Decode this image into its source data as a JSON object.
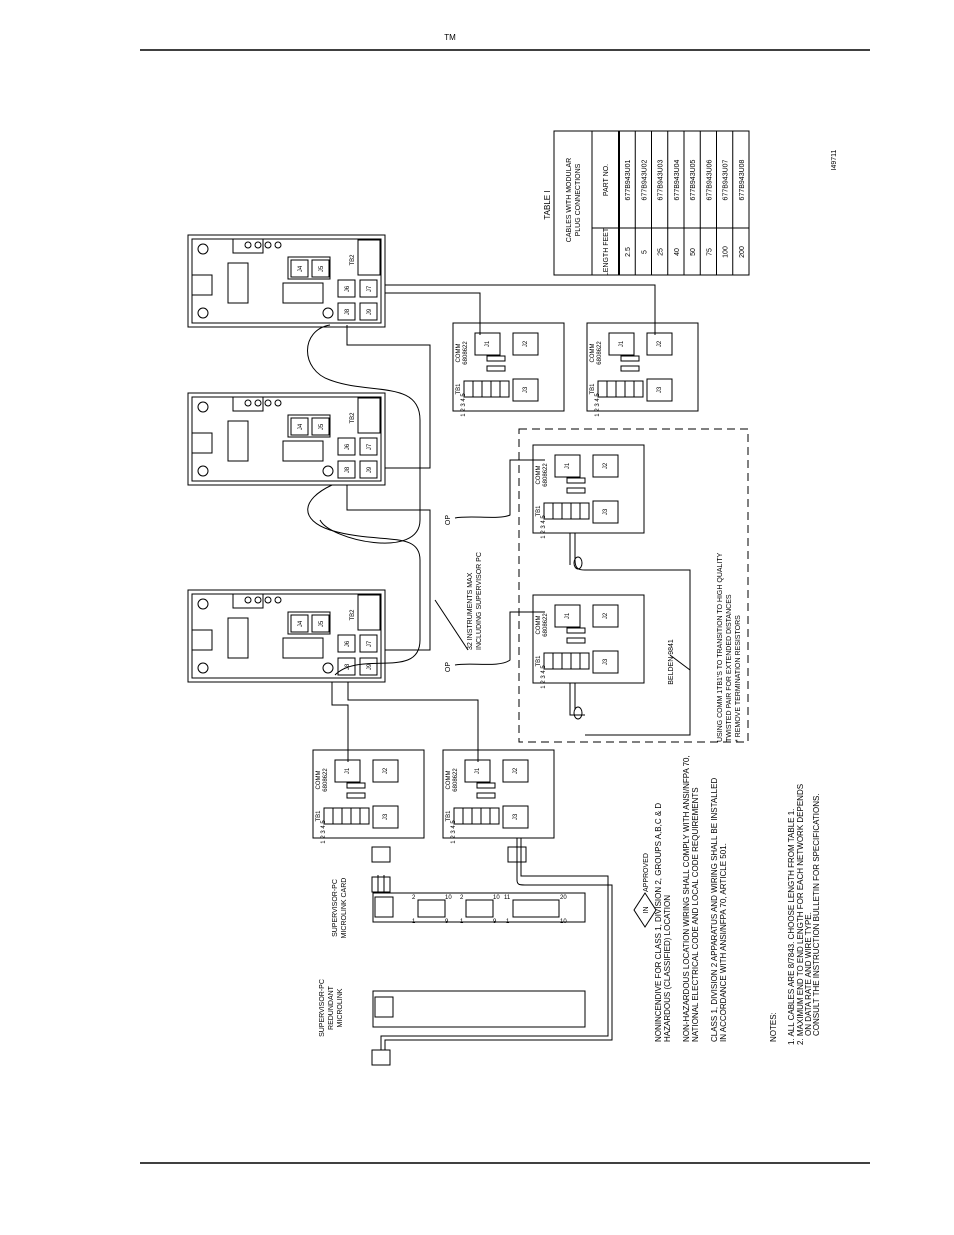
{
  "header": {
    "tm": "TM"
  },
  "drawing_number": "I49711",
  "table": {
    "title": "TABLE I",
    "caption_line1": "CABLES WITH MODULAR",
    "caption_line2": "PLUG CONNECTIONS",
    "col_length": "LENGTH FEET",
    "col_part": "PART NO.",
    "rows": [
      {
        "length": "2.5",
        "part": "677B943U01"
      },
      {
        "length": "5",
        "part": "677B943U02"
      },
      {
        "length": "25",
        "part": "677B943U03"
      },
      {
        "length": "40",
        "part": "677B943U04"
      },
      {
        "length": "50",
        "part": "677B943U05"
      },
      {
        "length": "75",
        "part": "677B943U06"
      },
      {
        "length": "100",
        "part": "677B943U07"
      },
      {
        "length": "200",
        "part": "677B943U08"
      }
    ]
  },
  "instrument_labels": {
    "tb2": "TB2",
    "j4": "J4",
    "j5": "J5",
    "j6": "J6",
    "j7": "J7",
    "j8": "J8",
    "j9": "J9"
  },
  "comm_labels": {
    "name": "COMM",
    "part": "6808622",
    "tb1": "TB1",
    "j1": "J1",
    "j2": "J2",
    "j3": "J3",
    "terminals": "1 2 3 4 5"
  },
  "labels": {
    "op": "OP",
    "max_line1": "32 INSTRUMENTS MAX",
    "max_line2": "INCLUDING SUPERVISOR PC",
    "belden": "BELDEN 9841",
    "transition_line1": "USING COMM 1TB1'S TO TRANSITION TO HIGH QUALITY",
    "transition_line2": "TWISTED PAIR FOR EXTENDED DISTANCES",
    "transition_line3": "* REMOVE TERMINATION RESISTORS",
    "microlink_line1": "SUPERVISOR-PC",
    "microlink_line2": "MICROLINK CARD",
    "redundant_line1": "SUPERVISOR-PC",
    "redundant_line2": "REDUNDANT",
    "redundant_line3": "MICROLINK",
    "pins": {
      "a1": "1",
      "a2": "2",
      "a9": "9",
      "a10": "10",
      "b1": "1",
      "b2": "2",
      "b9": "9",
      "b10": "10",
      "c1": "1",
      "c11": "11",
      "c10": "10",
      "c20": "20"
    }
  },
  "approval": {
    "badge": "IN",
    "text": "APPROVED"
  },
  "notes_block": {
    "p1_line1": "NONINCENDIVE FOR CLASS 1, DIVISION 2, GROUPS A,B,C & D",
    "p1_line2": "HAZARDOUS (CLASSIFIED) LOCATION",
    "p2_line1": "NON-HAZARDOUS LOCATION WIRING SHALL COMPLY WITH ANSI/NFPA 70,",
    "p2_line2": "NATIONAL ELECTRICAL CODE AND LOCAL CODE REQUIREMENTS",
    "p3_line1": "CLASS 1, DIVISION 2 APPARATUS AND WIRING SHALL BE INSTALLED",
    "p3_line2": "IN ACCORDANCE WITH ANSI/NFPA 70, ARTICLE 501.",
    "notes_title": "NOTES:",
    "note1": "1. ALL CABLES ARE 8/7843. CHOOSE LENGTH FROM TABLE 1.",
    "note2_line1": "2. MAXIMUM END TO END LENGTH FOR EACH NETWORK DEPENDS",
    "note2_line2": "ON DATA RATE AND WIRE TYPE.",
    "note2_line3": "CONSULT THE INSTRUCTION BULLETIN FOR SPECIFICATIONS."
  }
}
